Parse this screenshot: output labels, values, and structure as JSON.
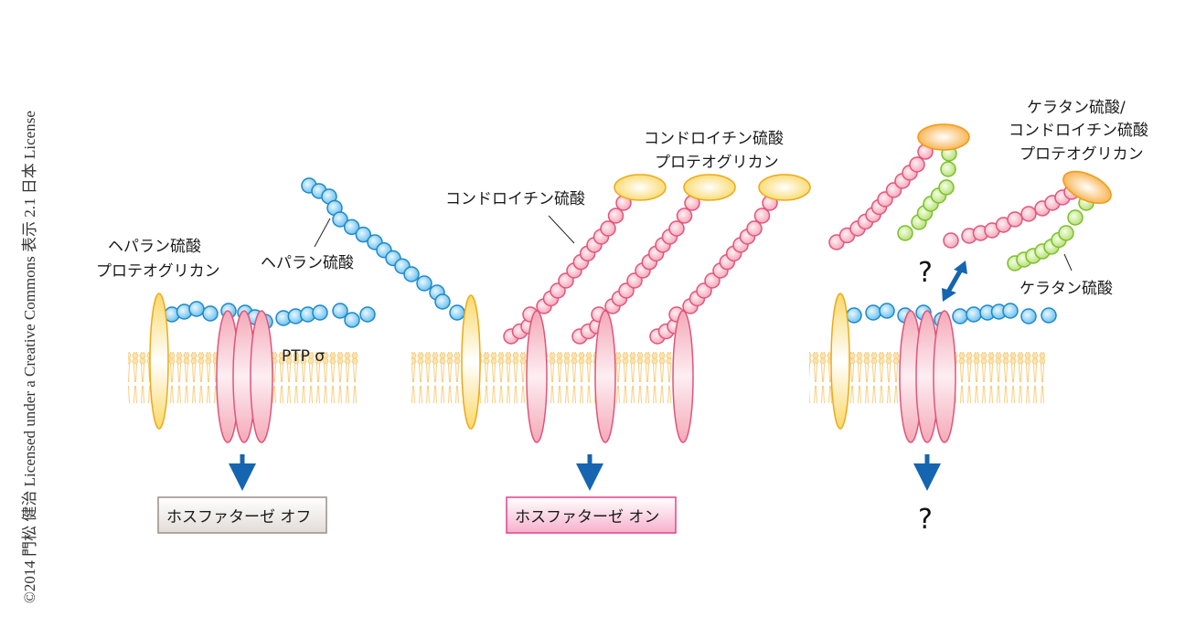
{
  "copyright": "©2014 門松 健治 Licensed under a Creative Commons 表示 2.1 日本 License",
  "colors": {
    "heparan": "#6cc3f0",
    "heparan_stroke": "#1e88c8",
    "chondroitin": "#f6a8bb",
    "chondroitin_stroke": "#e0557a",
    "keratan": "#b9e07a",
    "keratan_stroke": "#7bbf2a",
    "core_yellow": "#f9d96a",
    "core_orange": "#f7b047",
    "receptor": "#f4a9b8",
    "arrow": "#1565b0",
    "membrane": "#f6d38a"
  },
  "panels": [
    {
      "name": "heparan",
      "labels": {
        "proteoglycan_line1": "ヘパラン硫酸",
        "proteoglycan_line2": "プロテオグリカン",
        "chain": "ヘパラン硫酸",
        "receptor": "PTP σ"
      },
      "result": "ホスファターゼ オフ"
    },
    {
      "name": "chondroitin",
      "labels": {
        "chain": "コンドロイチン硫酸",
        "proteoglycan_line1": "コンドロイチン硫酸",
        "proteoglycan_line2": "プロテオグリカン"
      },
      "result": "ホスファターゼ オン"
    },
    {
      "name": "keratan",
      "labels": {
        "proteoglycan_line1": "ケラタン硫酸/",
        "proteoglycan_line2": "コンドロイチン硫酸",
        "proteoglycan_line3": "プロテオグリカン",
        "chain": "ケラタン硫酸",
        "binding_question": "?"
      },
      "result": "?"
    }
  ]
}
